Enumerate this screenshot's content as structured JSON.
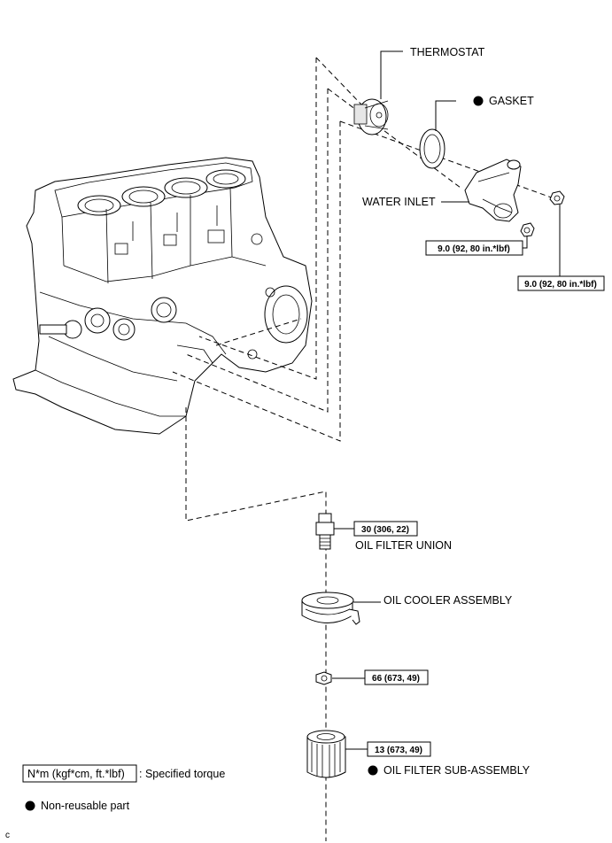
{
  "labels": {
    "thermostat": "THERMOSTAT",
    "gasket": "GASKET",
    "water_inlet": "WATER INLET",
    "oil_filter_union": "OIL FILTER UNION",
    "oil_cooler_assembly": "OIL COOLER ASSEMBLY",
    "oil_filter_sub_assembly": "OIL FILTER SUB-ASSEMBLY"
  },
  "torques": {
    "water_inlet_nut_left": "9.0 (92, 80 in.*lbf)",
    "water_inlet_nut_right": "9.0 (92, 80 in.*lbf)",
    "oil_filter_union": "30 (306, 22)",
    "oil_cooler_nut": "66 (673, 49)",
    "oil_filter": "13 (673, 49)"
  },
  "legend": {
    "torque_unit": "N*m (kgf*cm, ft.*lbf)",
    "torque_desc": ": Specified torque",
    "non_reusable": "Non-reusable part"
  },
  "figure_code": "c"
}
